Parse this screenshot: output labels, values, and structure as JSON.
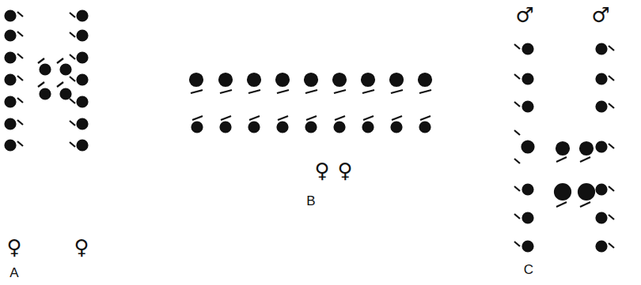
{
  "diagram": {
    "labels": [
      "♀",
      "♀",
      "A",
      "♀",
      "♀",
      "B",
      "♂",
      "♂",
      "C"
    ]
  }
}
